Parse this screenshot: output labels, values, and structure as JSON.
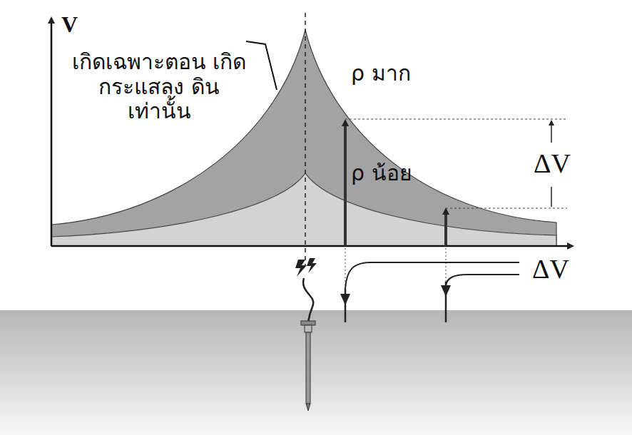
{
  "diagram": {
    "labels": [
      "V",
      "เกิดเฉพาะตอน เกิดกระแสลง ดินเท่านั้น",
      "ρ มาก",
      "ρ น้อย",
      "ΔV",
      "ΔV"
    ]
  }
}
